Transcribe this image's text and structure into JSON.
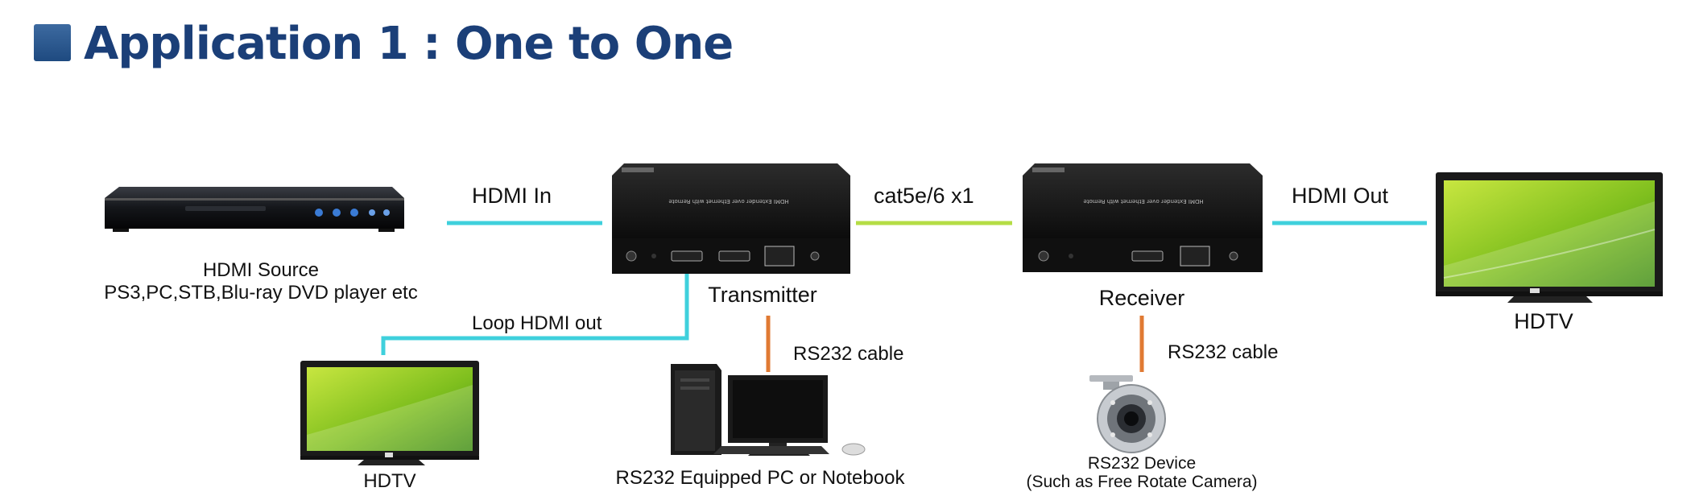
{
  "title": "Application 1 : One to One",
  "colors": {
    "hdmi_line": "#3fd0dc",
    "cat_line": "#b5dd45",
    "rs232_line": "#e07a33",
    "title": "#1b3f78"
  },
  "labels": {
    "hdmi_in": "HDMI In",
    "cat": "cat5e/6 x1",
    "hdmi_out": "HDMI Out",
    "loop": "Loop HDMI out",
    "rs232_tx": "RS232 cable",
    "rs232_rx": "RS232 cable",
    "transmitter": "Transmitter",
    "receiver": "Receiver",
    "hdtv_right": "HDTV",
    "hdtv_left": "HDTV",
    "source_line1": "HDMI Source",
    "source_line2": "PS3,PC,STB,Blu-ray DVD player etc",
    "pc": "RS232 Equipped PC or Notebook",
    "device_line1": "RS232 Device",
    "device_line2": "(Such as Free Rotate Camera)"
  },
  "devices": {
    "tx_top_text": "HDMI Extender over Ethernet with Remote",
    "rx_top_text": "HDMI Extender over Ethernet with Remote"
  }
}
